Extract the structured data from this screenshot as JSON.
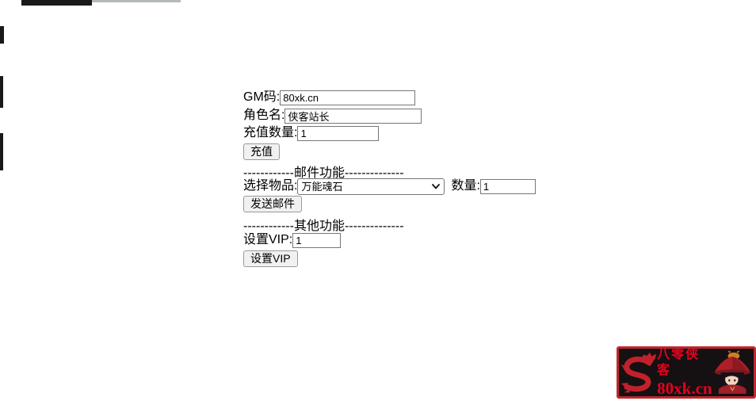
{
  "recharge_form": {
    "gm_code": {
      "label": "GM码:",
      "value": "80xk.cn"
    },
    "role_name": {
      "label": "角色名:",
      "value": "侠客站长"
    },
    "amount": {
      "label": "充值数量:",
      "value": "1"
    },
    "charge_button_label": "充值"
  },
  "mail_section": {
    "separator": "------------邮件功能--------------",
    "item_select": {
      "label": "选择物品:",
      "selected_option": "万能魂石"
    },
    "quantity": {
      "label": "数量:",
      "value": "1"
    },
    "send_button_label": "发送邮件"
  },
  "other_section": {
    "separator": "------------其他功能--------------",
    "set_vip": {
      "label": "设置VIP:",
      "value": "1"
    },
    "set_vip_button_label": "设置VIP"
  },
  "watermark": {
    "brand_cn": "八零侠客",
    "brand_domain": "80xk.cn",
    "icons": {
      "left": "dragon-s-logo",
      "right": "swordswoman-mascot"
    },
    "colors": {
      "border": "#c1272d",
      "background": "#151012",
      "text": "#e80020",
      "dragon": "#c2212b"
    }
  }
}
